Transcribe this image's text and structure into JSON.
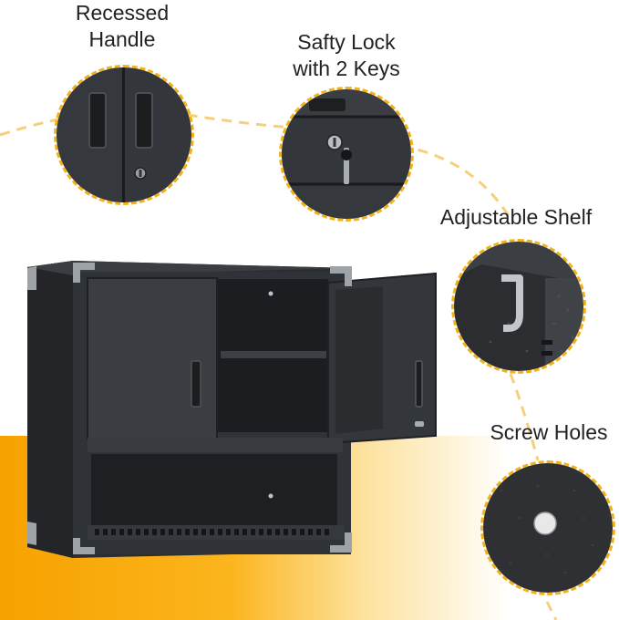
{
  "labels": {
    "recessed_handle": [
      "Recessed",
      "Handle"
    ],
    "safety_lock": [
      "Safty Lock",
      "with 2 Keys"
    ],
    "adjustable_shelf": "Adjustable Shelf",
    "screw_holes": "Screw Holes"
  },
  "colors": {
    "accent_dash": "#f2b21c",
    "accent_orange": "#f7a200",
    "cabinet_dark": "#2e3033",
    "cabinet_mid": "#3d4044",
    "text": "#222222"
  },
  "icons": [
    "recessed-handle-closeup",
    "lock-with-keys-closeup",
    "shelf-hook-closeup",
    "screw-hole-closeup"
  ]
}
